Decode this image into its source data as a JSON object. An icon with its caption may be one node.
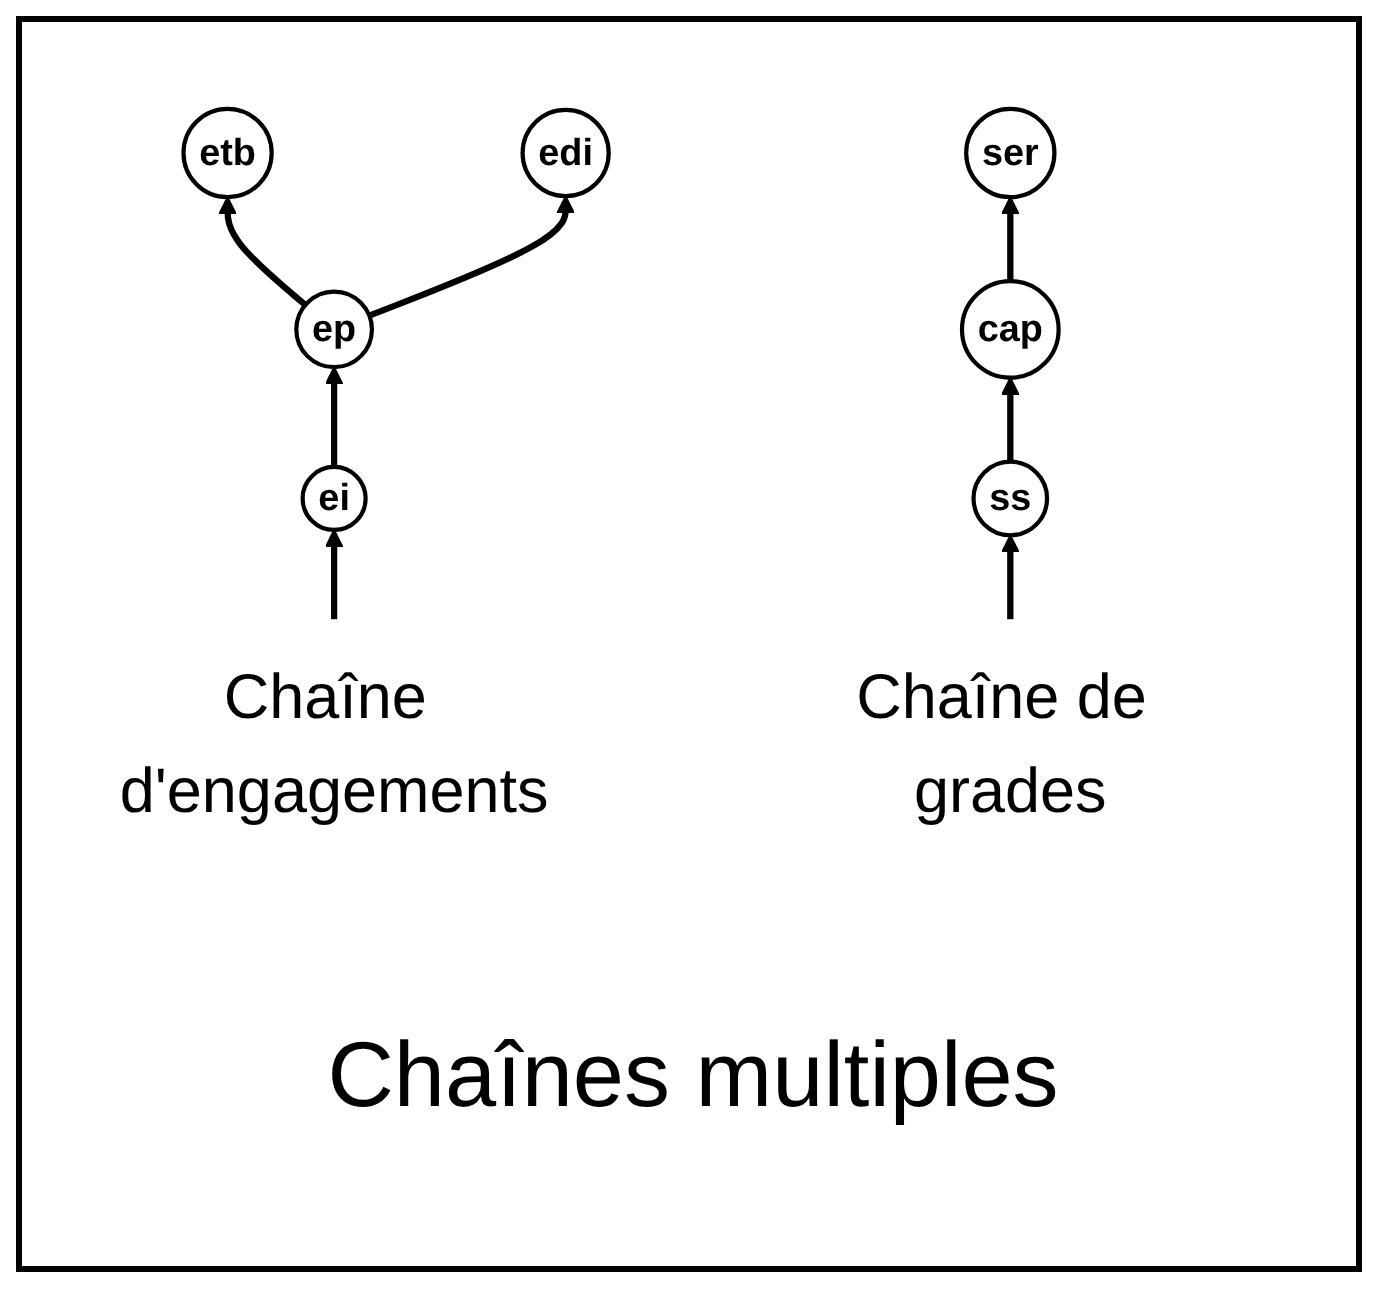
{
  "diagram": {
    "title": "Chaînes multiples",
    "nodes": [
      {
        "text": [
          "etb"
        ]
      },
      {
        "text": [
          "edi"
        ]
      },
      {
        "text": [
          "ser"
        ]
      },
      {
        "text": [
          "ep"
        ]
      },
      {
        "text": [
          "cap"
        ]
      },
      {
        "text": [
          "ei"
        ]
      },
      {
        "text": [
          "ss"
        ]
      },
      {
        "text": [
          "Chaîne d'engagements"
        ]
      },
      {
        "text": [
          "Chaîne de grades"
        ]
      }
    ],
    "edges": [
      {
        "from": 3,
        "to": 0,
        "arrow": "to"
      },
      {
        "from": 3,
        "to": 1,
        "arrow": "to"
      },
      {
        "from": 5,
        "to": 3,
        "arrow": "to"
      },
      {
        "from": 7,
        "to": 5,
        "arrow": "to"
      },
      {
        "from": 4,
        "to": 2,
        "arrow": "to"
      },
      {
        "from": 6,
        "to": 4,
        "arrow": "to"
      },
      {
        "from": 8,
        "to": 6,
        "arrow": "to"
      }
    ]
  }
}
